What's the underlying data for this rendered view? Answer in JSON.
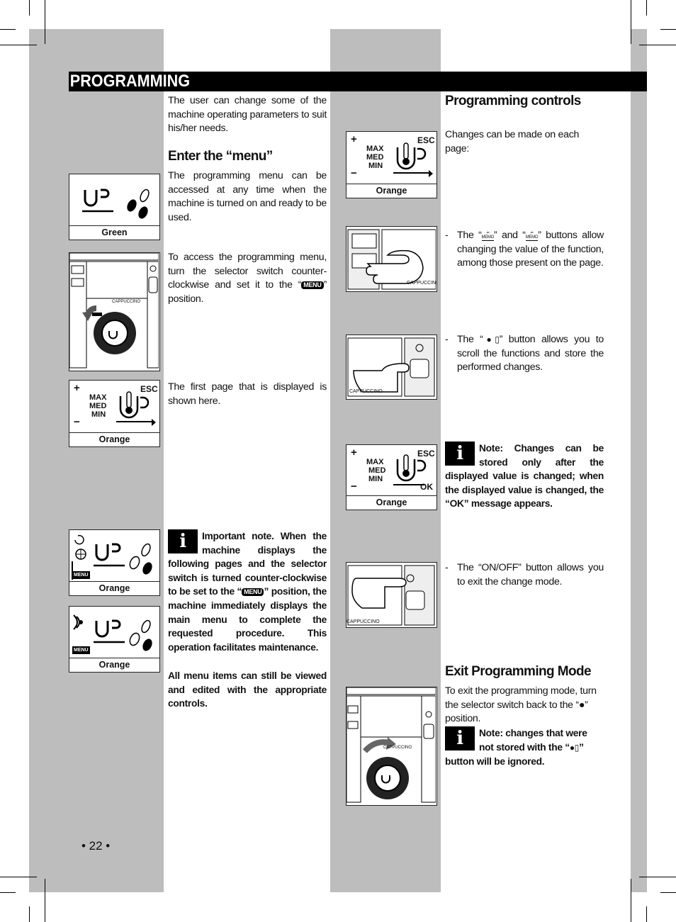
{
  "title": "PROGRAMMING",
  "left": {
    "intro": "The user can change some of the machine operating parameters to suit his/her needs.",
    "heading_menu": "Enter the “menu”",
    "menu_access": "The programming menu can be accessed at any time when the machine is turned on and ready to be used.",
    "menu_turn_a": "To access the programming menu, turn the selector switch counter-clockwise and set it to the “",
    "menu_turn_b": "” position.",
    "first_page": "The first page that is displayed is shown here.",
    "note_a": "Important note. When the machine displays the following pages and the selector switch is turned counter-clockwise to be set to the “",
    "note_b": "” position, the machine immediately displays the main menu to complete the requested procedure. This operation facilitates maintenance.",
    "note_c": "All menu items can still be viewed and edited with the appropriate controls.",
    "menu_word": "MENU"
  },
  "right": {
    "heading_controls": "Programming controls",
    "changes": "Changes can be made on each page:",
    "buttons_a": "The “",
    "buttons_b": "” and “",
    "buttons_c": "” buttons allow changing the value of the function, among those present on the page.",
    "scroll_a": "The “",
    "scroll_b": "” button allows you to scroll the functions and store the performed changes.",
    "note_ok": "Note: Changes can be stored only after the displayed value is changed; when the displayed value is changed, the “OK” message appears.",
    "onoff": "The “ON/OFF” button allows you to exit the change mode.",
    "heading_exit": "Exit Programming Mode",
    "exit_a": "To exit the programming mode, turn the selector switch back to the “",
    "exit_b": "” position.",
    "note_ignored_a": "Note: changes that were not stored with the “",
    "note_ignored_b": "” button will be ignored.",
    "dash": "-",
    "memo": "MEMO"
  },
  "panels": {
    "green": "Green",
    "orange": "Orange",
    "max": "MAX",
    "med": "MED",
    "min": "MIN",
    "esc": "ESC",
    "ok": "OK",
    "plus": "+",
    "minus": "−",
    "menu": "MENU"
  },
  "photos": {
    "cappuccino": "CAPPUCCINO",
    "menu": "MENU",
    "memo": "MEMO"
  },
  "page_number": "• 22 •"
}
